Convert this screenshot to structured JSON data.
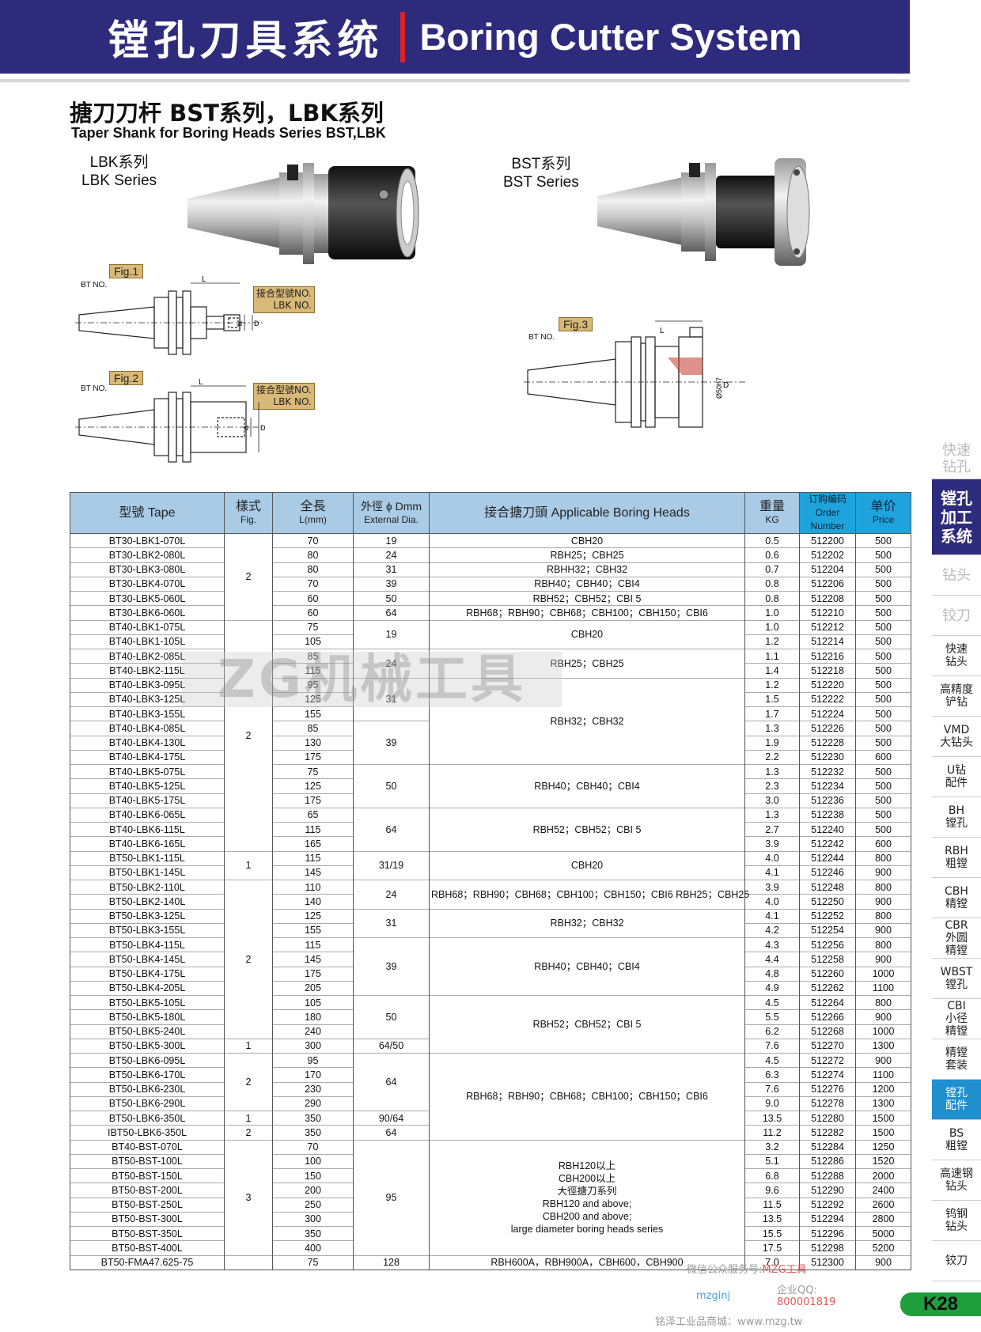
{
  "header": {
    "title_cn": "镗孔刀具系统",
    "title_en": "Boring Cutter System"
  },
  "section": {
    "title": "搪刀刀杆 BST系列，LBK系列",
    "subtitle": "Taper Shank for Boring Heads Series BST,LBK"
  },
  "series": {
    "lbk_cn": "LBK系列",
    "lbk_en": "LBK Series",
    "bst_cn": "BST系列",
    "bst_en": "BST Series"
  },
  "figures": {
    "fig1": "Fig.1",
    "fig2": "Fig.2",
    "fig3": "Fig.3",
    "bt_no": "BT NO.",
    "conn_cn": "接合型號NO.",
    "conn_en": "LBK NO.",
    "dim_L": "L",
    "dim_d": "d",
    "dim_D": "D",
    "dim_phi": "Ø50h7"
  },
  "table": {
    "headers": {
      "tape": "型號 Tape",
      "fig_cn": "樣式",
      "fig_en": "Fig.",
      "len_cn": "全長",
      "len_en": "L(mm)",
      "dia_cn": "外徑 ϕ Dmm",
      "dia_en": "External Dia.",
      "heads": "接合搪刀頭 Applicable Boring Heads",
      "kg_cn": "重量",
      "kg_en": "KG",
      "order_cn": "订购编码",
      "order_en": "Order Number",
      "price_cn": "单价",
      "price_en": "Price"
    },
    "rows": [
      [
        "BT30-LBK1-070L",
        "70",
        "0.5",
        "512200",
        "500"
      ],
      [
        "BT30-LBK2-080L",
        "80",
        "0.6",
        "512202",
        "500"
      ],
      [
        "BT30-LBK3-080L",
        "80",
        "0.7",
        "512204",
        "500"
      ],
      [
        "BT30-LBK4-070L",
        "70",
        "0.8",
        "512206",
        "500"
      ],
      [
        "BT30-LBK5-060L",
        "60",
        "0.8",
        "512208",
        "500"
      ],
      [
        "BT30-LBK6-060L",
        "60",
        "1.0",
        "512210",
        "500"
      ],
      [
        "BT40-LBK1-075L",
        "75",
        "1.0",
        "512212",
        "500"
      ],
      [
        "BT40-LBK1-105L",
        "105",
        "1.2",
        "512214",
        "500"
      ],
      [
        "BT40-LBK2-085L",
        "85",
        "1.1",
        "512216",
        "500"
      ],
      [
        "BT40-LBK2-115L",
        "115",
        "1.4",
        "512218",
        "500"
      ],
      [
        "BT40-LBK3-095L",
        "95",
        "1.2",
        "512220",
        "500"
      ],
      [
        "BT40-LBK3-125L",
        "125",
        "1.5",
        "512222",
        "500"
      ],
      [
        "BT40-LBK3-155L",
        "155",
        "1.7",
        "512224",
        "500"
      ],
      [
        "BT40-LBK4-085L",
        "85",
        "1.3",
        "512226",
        "500"
      ],
      [
        "BT40-LBK4-130L",
        "130",
        "1.9",
        "512228",
        "500"
      ],
      [
        "BT40-LBK4-175L",
        "175",
        "2.2",
        "512230",
        "600"
      ],
      [
        "BT40-LBK5-075L",
        "75",
        "1.3",
        "512232",
        "500"
      ],
      [
        "BT40-LBK5-125L",
        "125",
        "2.3",
        "512234",
        "500"
      ],
      [
        "BT40-LBK5-175L",
        "175",
        "3.0",
        "512236",
        "500"
      ],
      [
        "BT40-LBK6-065L",
        "65",
        "1.3",
        "512238",
        "500"
      ],
      [
        "BT40-LBK6-115L",
        "115",
        "2.7",
        "512240",
        "500"
      ],
      [
        "BT40-LBK6-165L",
        "165",
        "3.9",
        "512242",
        "600"
      ],
      [
        "BT50-LBK1-115L",
        "115",
        "4.0",
        "512244",
        "800"
      ],
      [
        "BT50-LBK1-145L",
        "145",
        "4.1",
        "512246",
        "900"
      ],
      [
        "BT50-LBK2-110L",
        "110",
        "3.9",
        "512248",
        "800"
      ],
      [
        "BT50-LBK2-140L",
        "140",
        "4.0",
        "512250",
        "900"
      ],
      [
        "BT50-LBK3-125L",
        "125",
        "4.1",
        "512252",
        "800"
      ],
      [
        "BT50-LBK3-155L",
        "155",
        "4.2",
        "512254",
        "900"
      ],
      [
        "BT50-LBK4-115L",
        "115",
        "4.3",
        "512256",
        "800"
      ],
      [
        "BT50-LBK4-145L",
        "145",
        "4.4",
        "512258",
        "900"
      ],
      [
        "BT50-LBK4-175L",
        "175",
        "4.8",
        "512260",
        "1000"
      ],
      [
        "BT50-LBK4-205L",
        "205",
        "4.9",
        "512262",
        "1100"
      ],
      [
        "BT50-LBK5-105L",
        "105",
        "4.5",
        "512264",
        "800"
      ],
      [
        "BT50-LBK5-180L",
        "180",
        "5.5",
        "512266",
        "900"
      ],
      [
        "BT50-LBK5-240L",
        "240",
        "6.2",
        "512268",
        "1000"
      ],
      [
        "BT50-LBK5-300L",
        "300",
        "7.6",
        "512270",
        "1300"
      ],
      [
        "BT50-LBK6-095L",
        "95",
        "4.5",
        "512272",
        "900"
      ],
      [
        "BT50-LBK6-170L",
        "170",
        "6.3",
        "512274",
        "1100"
      ],
      [
        "BT50-LBK6-230L",
        "230",
        "7.6",
        "512276",
        "1200"
      ],
      [
        "BT50-LBK6-290L",
        "290",
        "9.0",
        "512278",
        "1300"
      ],
      [
        "BT50-LBK6-350L",
        "350",
        "13.5",
        "512280",
        "1500"
      ],
      [
        "IBT50-LBK6-350L",
        "350",
        "11.2",
        "512282",
        "1500"
      ],
      [
        "BT40-BST-070L",
        "70",
        "3.2",
        "512284",
        "1250"
      ],
      [
        "BT50-BST-100L",
        "100",
        "5.1",
        "512286",
        "1520"
      ],
      [
        "BT50-BST-150L",
        "150",
        "6.8",
        "512288",
        "2000"
      ],
      [
        "BT50-BST-200L",
        "200",
        "9.6",
        "512290",
        "2400"
      ],
      [
        "BT50-BST-250L",
        "250",
        "11.5",
        "512292",
        "2600"
      ],
      [
        "BT50-BST-300L",
        "300",
        "13.5",
        "512294",
        "2800"
      ],
      [
        "BT50-BST-350L",
        "350",
        "15.5",
        "512296",
        "5000"
      ],
      [
        "BT50-BST-400L",
        "400",
        "17.5",
        "512298",
        "5200"
      ],
      [
        "BT50-FMA47.625-75",
        "75",
        "7.0",
        "512300",
        "900"
      ]
    ],
    "fig_groups": [
      [
        0,
        6,
        "2"
      ],
      [
        6,
        22,
        "2"
      ],
      [
        22,
        24,
        "1"
      ],
      [
        24,
        35,
        "2"
      ],
      [
        35,
        36,
        "1"
      ],
      [
        36,
        40,
        "2"
      ],
      [
        40,
        41,
        "1"
      ],
      [
        41,
        42,
        "2"
      ],
      [
        42,
        50,
        "3"
      ]
    ],
    "dia_groups": [
      [
        0,
        1,
        "19"
      ],
      [
        1,
        2,
        "24"
      ],
      [
        2,
        3,
        "31"
      ],
      [
        3,
        4,
        "39"
      ],
      [
        4,
        5,
        "50"
      ],
      [
        5,
        6,
        "64"
      ],
      [
        6,
        8,
        "19"
      ],
      [
        8,
        10,
        "24"
      ],
      [
        10,
        13,
        "31"
      ],
      [
        13,
        16,
        "39"
      ],
      [
        16,
        19,
        "50"
      ],
      [
        19,
        22,
        "64"
      ],
      [
        22,
        24,
        "31/19"
      ],
      [
        24,
        26,
        "24"
      ],
      [
        26,
        28,
        "31"
      ],
      [
        28,
        32,
        "39"
      ],
      [
        32,
        35,
        "50"
      ],
      [
        35,
        36,
        "64/50"
      ],
      [
        36,
        40,
        "64"
      ],
      [
        40,
        41,
        "90/64"
      ],
      [
        41,
        42,
        "64"
      ],
      [
        42,
        50,
        "95"
      ],
      [
        50,
        51,
        "128"
      ]
    ],
    "head_groups": [
      [
        0,
        1,
        "CBH20"
      ],
      [
        1,
        2,
        "RBH25；CBH25"
      ],
      [
        2,
        3,
        "RBHH32；CBH32"
      ],
      [
        3,
        4,
        "RBH40；CBH40；CBI4"
      ],
      [
        4,
        5,
        "RBH52；CBH52；CBI 5"
      ],
      [
        5,
        6,
        "RBH68；RBH90；CBH68；CBH100；CBH150；CBI6"
      ],
      [
        6,
        8,
        "CBH20"
      ],
      [
        8,
        10,
        "RBH25；CBH25"
      ],
      [
        10,
        16,
        "RBH32；CBH32"
      ],
      [
        16,
        19,
        "RBH40；CBH40；CBI4"
      ],
      [
        19,
        22,
        "RBH52；CBH52；CBI 5"
      ],
      [
        22,
        24,
        "CBH20"
      ],
      [
        24,
        26,
        "RBH68；RBH90；CBH68；CBH100；CBH150；CBI6 RBH25；CBH25"
      ],
      [
        26,
        28,
        "RBH32；CBH32"
      ],
      [
        28,
        32,
        "RBH40；CBH40；CBI4"
      ],
      [
        32,
        36,
        "RBH52；CBH52；CBI 5"
      ],
      [
        36,
        42,
        "RBH68；RBH90；CBH68；CBH100；CBH150；CBI6"
      ],
      [
        42,
        50,
        "RBH120以上|CBH200以上|大徑搪刀系列|RBH120 and above;|CBH200 and above;|large diameter boring heads series"
      ],
      [
        50,
        51,
        "RBH600A，RBH900A，CBH600，CBH900"
      ]
    ]
  },
  "watermark": "ZG机械工具",
  "sidebar": [
    {
      "label": "快速|钻孔",
      "style": "dim"
    },
    {
      "label": "镗孔|加工|系统",
      "style": "active"
    },
    {
      "label": "钻头",
      "style": "dim"
    },
    {
      "label": "铰刀",
      "style": "dim"
    },
    {
      "label": "快速|钻头",
      "style": ""
    },
    {
      "label": "高精度|铲钻",
      "style": ""
    },
    {
      "label": "VMD|大钻头",
      "style": ""
    },
    {
      "label": "U钻|配件",
      "style": ""
    },
    {
      "label": "BH|镗孔",
      "style": ""
    },
    {
      "label": "RBH|粗镗",
      "style": ""
    },
    {
      "label": "CBH|精镗",
      "style": ""
    },
    {
      "label": "CBR|外圆|精镗",
      "style": ""
    },
    {
      "label": "WBST|镗孔",
      "style": ""
    },
    {
      "label": "CBI|小径|精镗",
      "style": ""
    },
    {
      "label": "精镗|套装",
      "style": ""
    },
    {
      "label": "镗孔|配件",
      "style": "active2"
    },
    {
      "label": "BS|粗镗",
      "style": ""
    },
    {
      "label": "高速钢|钻头",
      "style": ""
    },
    {
      "label": "钨钢|钻头",
      "style": ""
    },
    {
      "label": "铰刀",
      "style": ""
    }
  ],
  "page_no": "K28",
  "footer": {
    "wechat": "微信公众服务号:",
    "wechat_id": "MZG工具",
    "skype": "mzginj",
    "qq_label": "企业QQ:",
    "qq": "800001819",
    "mall": "铭泽工业品商城：www.mzg.tw"
  }
}
